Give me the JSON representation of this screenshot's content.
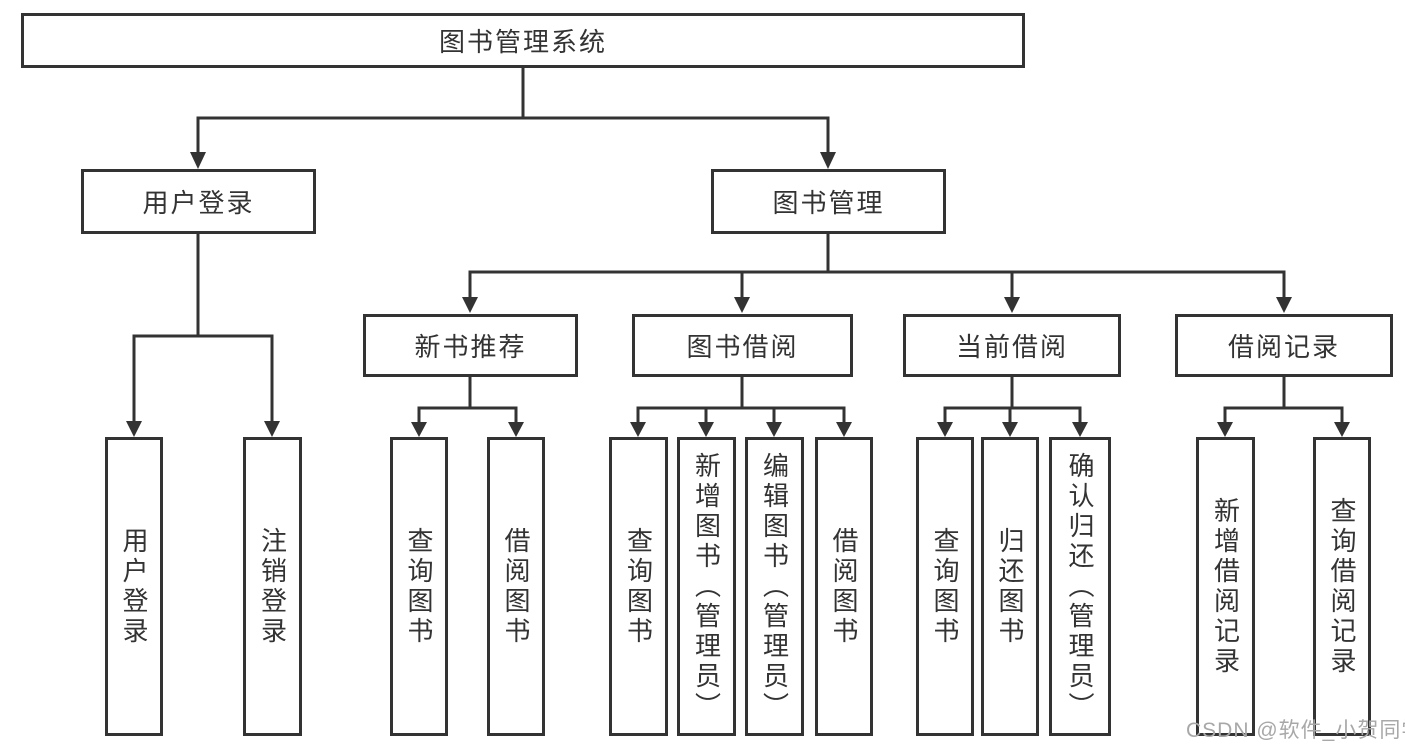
{
  "diagram": {
    "type": "hierarchy-tree",
    "tree": {
      "root": {
        "label": "图书管理系统"
      },
      "branches": [
        {
          "label": "用户登录",
          "children": [
            {
              "label": "用户登录"
            },
            {
              "label": "注销登录"
            }
          ]
        },
        {
          "label": "图书管理",
          "children": [
            {
              "label": "新书推荐",
              "children": [
                {
                  "label": "查询图书"
                },
                {
                  "label": "借阅图书"
                }
              ]
            },
            {
              "label": "图书借阅",
              "children": [
                {
                  "label": "查询图书"
                },
                {
                  "label": "新增图书（管理员）"
                },
                {
                  "label": "编辑图书（管理员）"
                },
                {
                  "label": "借阅图书"
                }
              ]
            },
            {
              "label": "当前借阅",
              "children": [
                {
                  "label": "查询图书"
                },
                {
                  "label": "归还图书"
                },
                {
                  "label": "确认归还（管理员）"
                }
              ]
            },
            {
              "label": "借阅记录",
              "children": [
                {
                  "label": "新增借阅记录"
                },
                {
                  "label": "查询借阅记录"
                }
              ]
            }
          ]
        }
      ]
    },
    "colors": {
      "line": "#333333",
      "text": "#333333",
      "background": "#ffffff",
      "watermark": "#a8a8a8"
    }
  },
  "watermark": {
    "text": "CSDN @软件_小贺同学"
  }
}
